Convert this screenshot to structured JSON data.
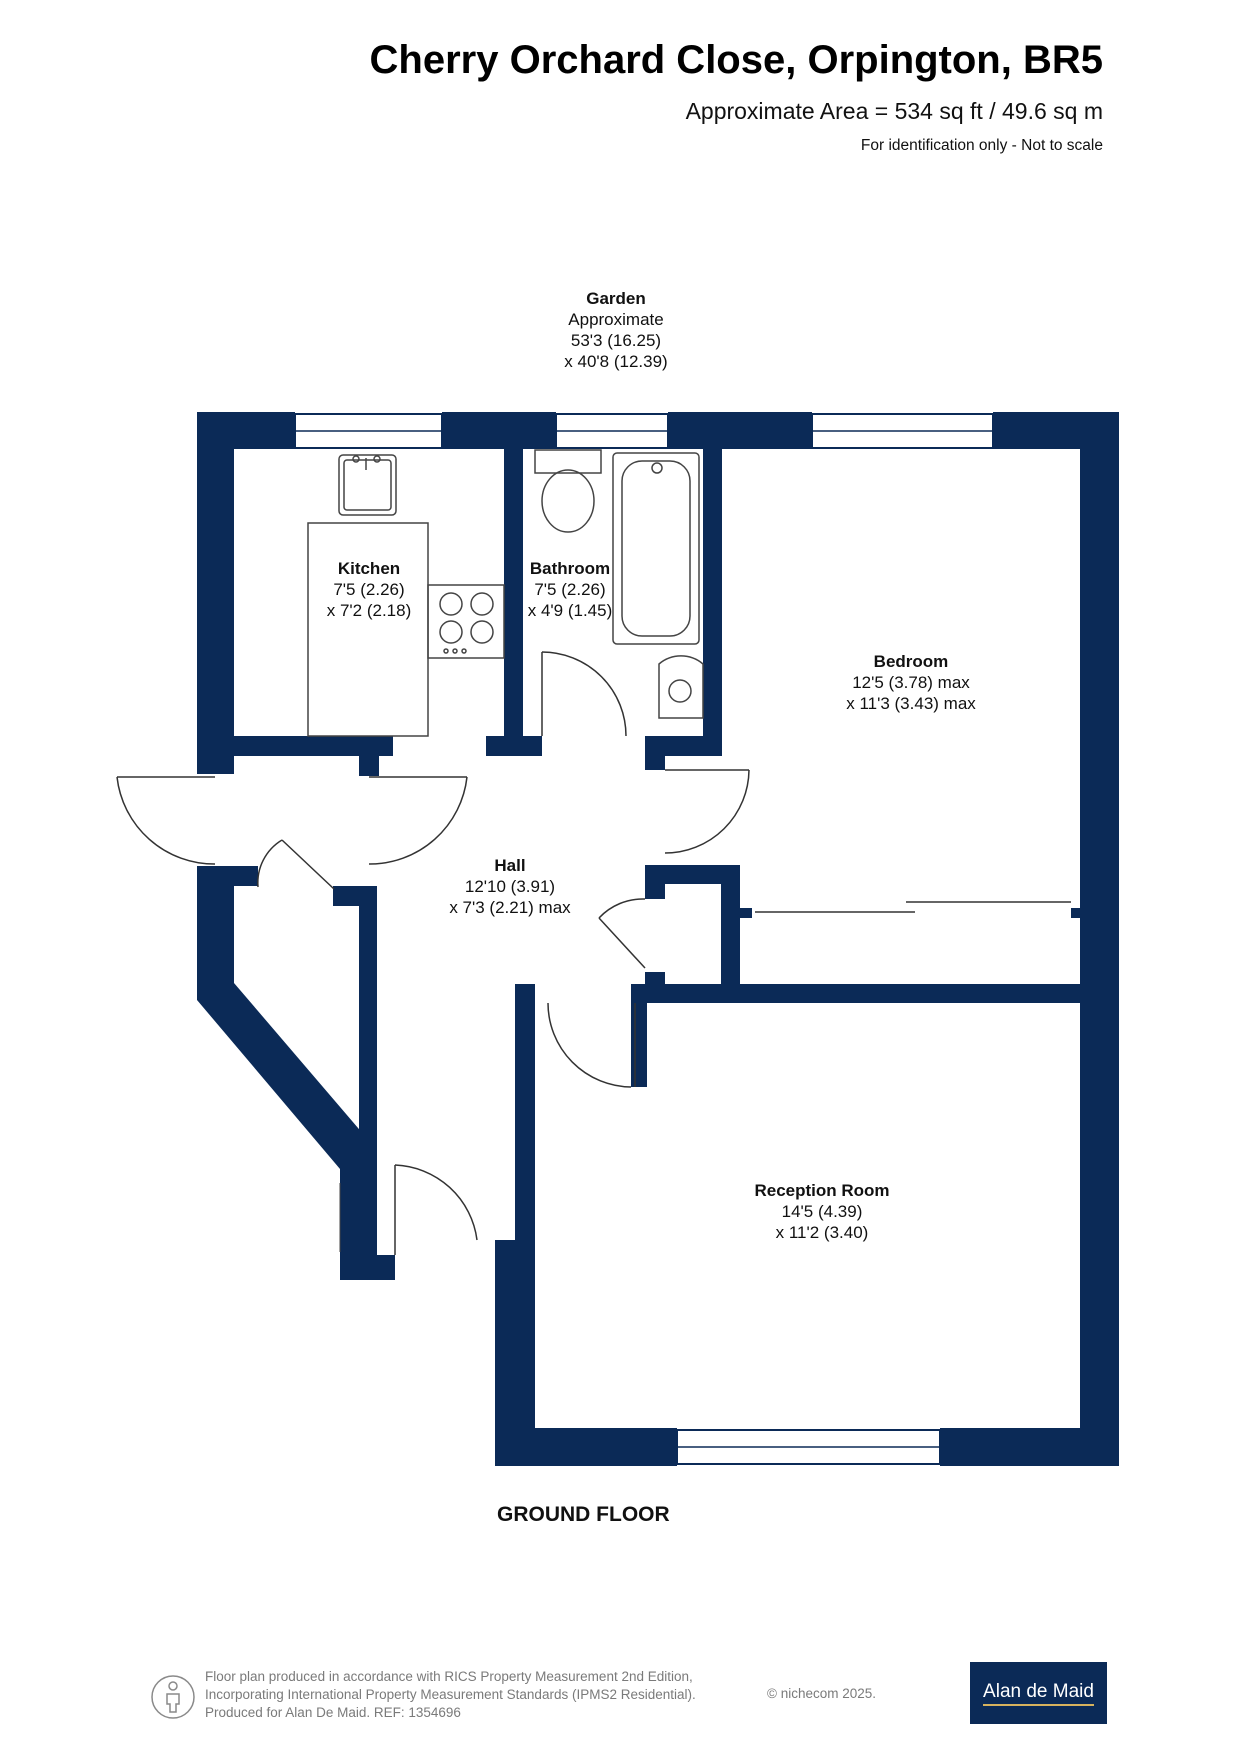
{
  "header": {
    "title": "Cherry Orchard Close, Orpington, BR5",
    "area": "Approximate Area = 534 sq ft / 49.6 sq m",
    "note": "For identification only - Not to scale"
  },
  "rooms": {
    "garden": {
      "name": "Garden",
      "line1": "Approximate",
      "line2": "53'3 (16.25)",
      "line3": "x 40'8 (12.39)"
    },
    "kitchen": {
      "name": "Kitchen",
      "line1": "7'5 (2.26)",
      "line2": "x 7'2 (2.18)"
    },
    "bathroom": {
      "name": "Bathroom",
      "line1": "7'5 (2.26)",
      "line2": "x 4'9 (1.45)"
    },
    "bedroom": {
      "name": "Bedroom",
      "line1": "12'5 (3.78) max",
      "line2": "x 11'3 (3.43) max"
    },
    "hall": {
      "name": "Hall",
      "line1": "12'10 (3.91)",
      "line2": "x 7'3 (2.21) max"
    },
    "reception": {
      "name": "Reception Room",
      "line1": "14'5 (4.39)",
      "line2": "x 11'2 (3.40)"
    }
  },
  "floor_label": "GROUND FLOOR",
  "footer": {
    "line1": "Floor plan produced in accordance with RICS Property Measurement 2nd Edition,",
    "line2": "Incorporating International Property Measurement Standards (IPMS2 Residential).",
    "line3": "Produced for Alan De Maid.   REF: 1354696",
    "copyright": "© nichecom 2025.",
    "brand": "Alan de Maid"
  },
  "colors": {
    "wall": "#0b2a57",
    "fixture": "#444444",
    "brand_bg": "#0b2a57",
    "brand_accent": "#d6b25e"
  },
  "icons": [
    "person-icon"
  ]
}
